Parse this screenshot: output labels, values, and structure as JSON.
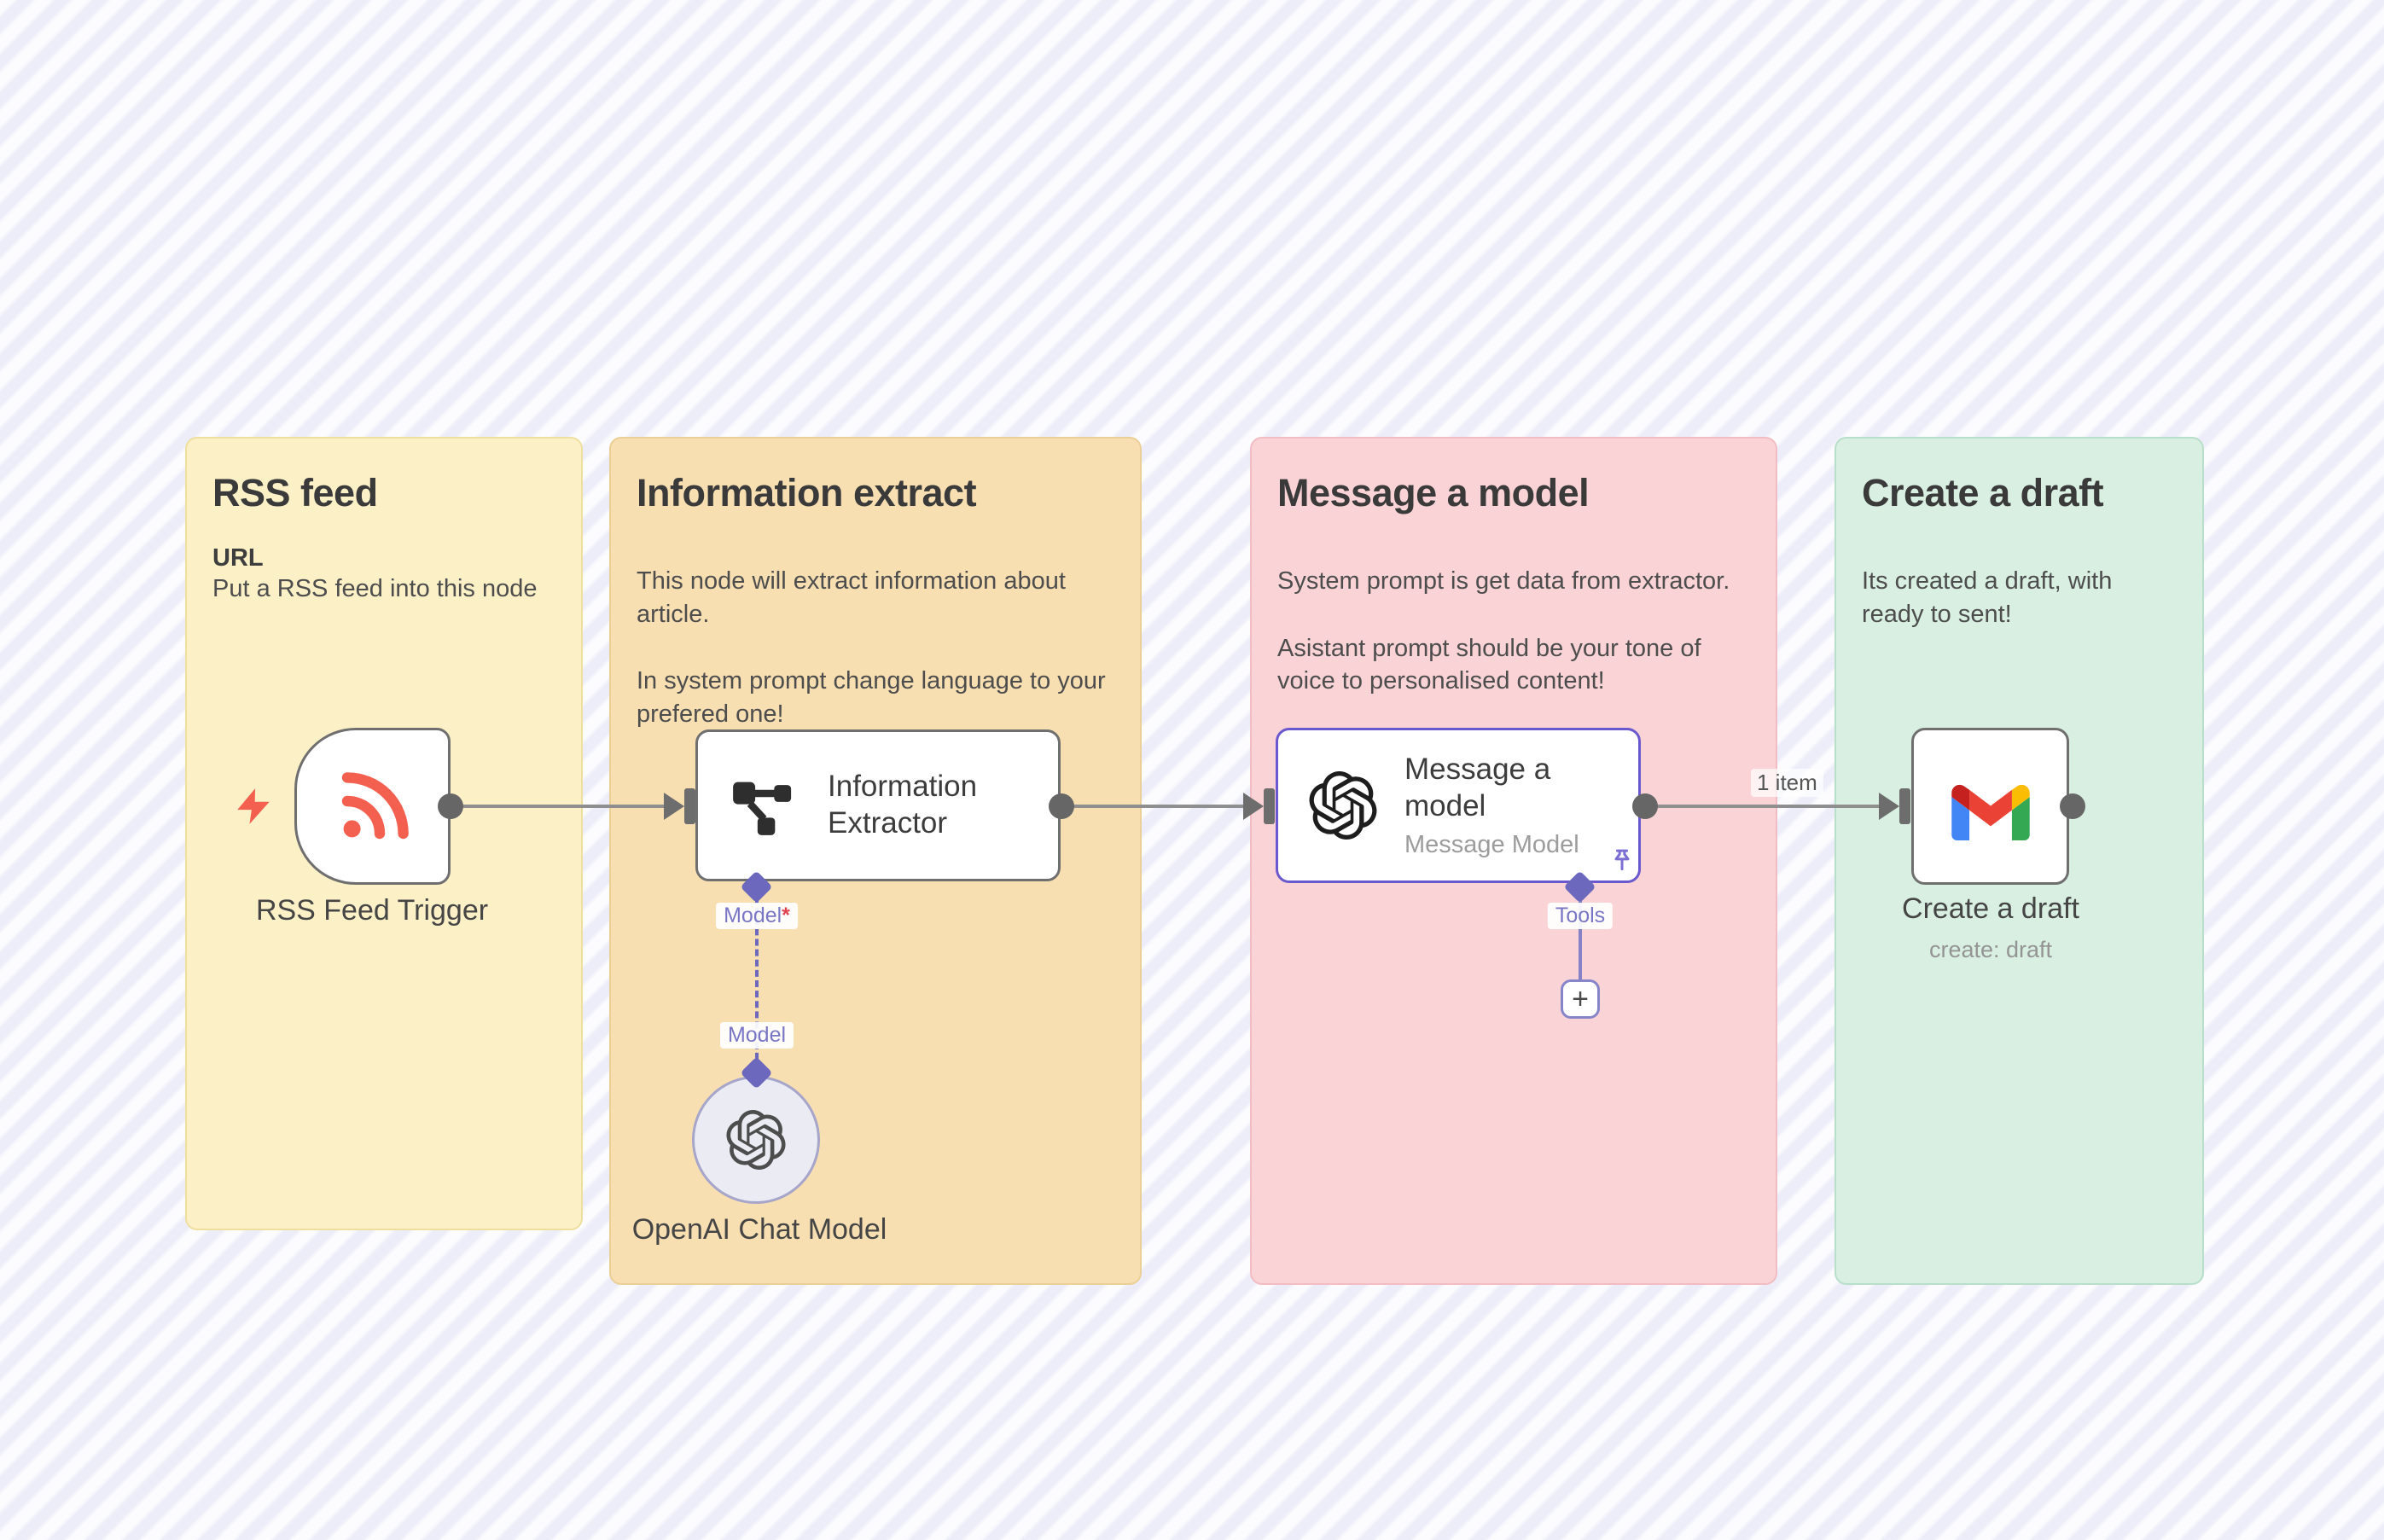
{
  "app": {
    "name": "workflow canvas"
  },
  "notes": {
    "rss": {
      "title": "RSS feed",
      "label": "URL",
      "line": "Put a RSS feed into this node"
    },
    "extract": {
      "title": "Information extract",
      "p1": "This node will extract information about article.",
      "p2": "In system prompt change language to your prefered one!"
    },
    "message": {
      "title": "Message a model",
      "p1": "System prompt is get data from extractor.",
      "p2": "Asistant prompt should be your tone of voice to personalised content!"
    },
    "draft": {
      "title": "Create a draft",
      "p1": "Its created a draft, with ready to sent!"
    }
  },
  "nodes": {
    "rss_trigger": {
      "label": "RSS Feed Trigger"
    },
    "info_extractor": {
      "title": "Information Extractor"
    },
    "openai_chat_model": {
      "label": "OpenAI Chat Model"
    },
    "message_model": {
      "title": "Message a model",
      "subtitle": "Message Model"
    },
    "gmail_draft": {
      "label": "Create a draft",
      "sublabel": "create: draft"
    }
  },
  "labels": {
    "model_required": "Model",
    "required_star": "*",
    "model": "Model",
    "tools": "Tools",
    "one_item": "1 item",
    "plus": "+"
  },
  "colors": {
    "note_yellow_bg": "#fcf0c7",
    "note_yellow_border": "#efdf9e",
    "note_tan_bg": "#f8dfb2",
    "note_tan_border": "#eacf96",
    "note_pink_bg": "#fad3d6",
    "note_pink_border": "#f1bdc3",
    "note_green_bg": "#d8efe2",
    "note_green_border": "#b8dfc9",
    "accent_purple": "#6b68bd",
    "selected_node_border": "#6a58cf",
    "connection_gray": "#8f8f8f",
    "node_border_gray": "#6f6f6f",
    "trigger_coral": "#f4604f",
    "required_red": "#e0414e",
    "gmail_blue": "#4285f4",
    "gmail_green": "#34a853",
    "gmail_yellow": "#fbbc04",
    "gmail_red": "#ea4335",
    "gmail_dark_red": "#c5221f"
  }
}
